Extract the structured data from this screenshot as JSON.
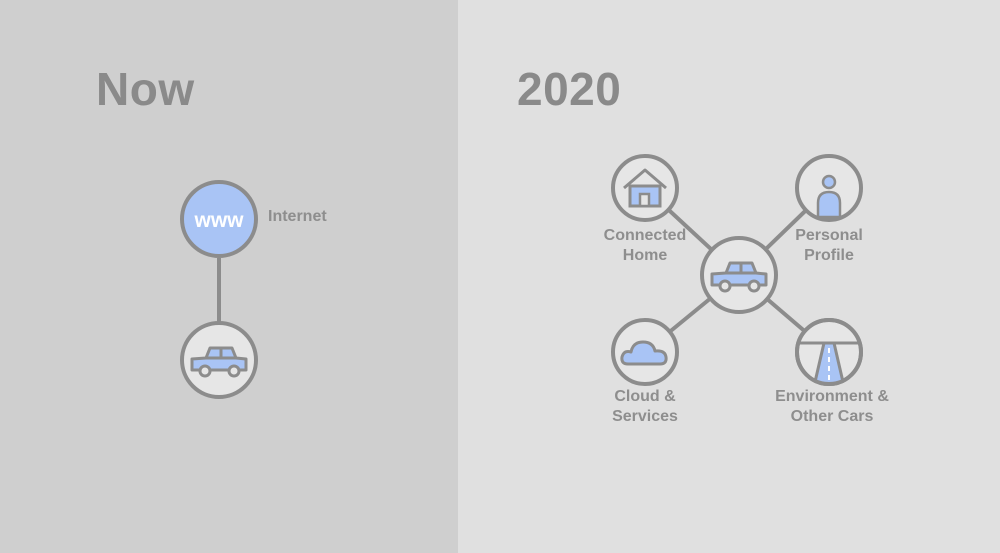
{
  "now": {
    "title": "Now",
    "internet_node": {
      "text": "www",
      "label": "Internet",
      "icon": "www-globe-icon"
    },
    "car_node": {
      "icon": "car-icon"
    }
  },
  "future": {
    "title": "2020",
    "center_node": {
      "icon": "car-icon"
    },
    "nodes": [
      {
        "label": "Connected\nHome",
        "icon": "house-icon"
      },
      {
        "label": "Personal\nProfile",
        "icon": "person-icon"
      },
      {
        "label": "Cloud &\nServices",
        "icon": "cloud-icon"
      },
      {
        "label": "Environment &\nOther Cars",
        "icon": "road-icon"
      }
    ]
  },
  "colors": {
    "left_background": "#cfcfcf",
    "right_background": "#e0e0e0",
    "stroke": "#8c8c8c",
    "accent_fill": "#a9c4f5",
    "node_fill": "#e6e6e6",
    "text": "#8a8a8a"
  }
}
